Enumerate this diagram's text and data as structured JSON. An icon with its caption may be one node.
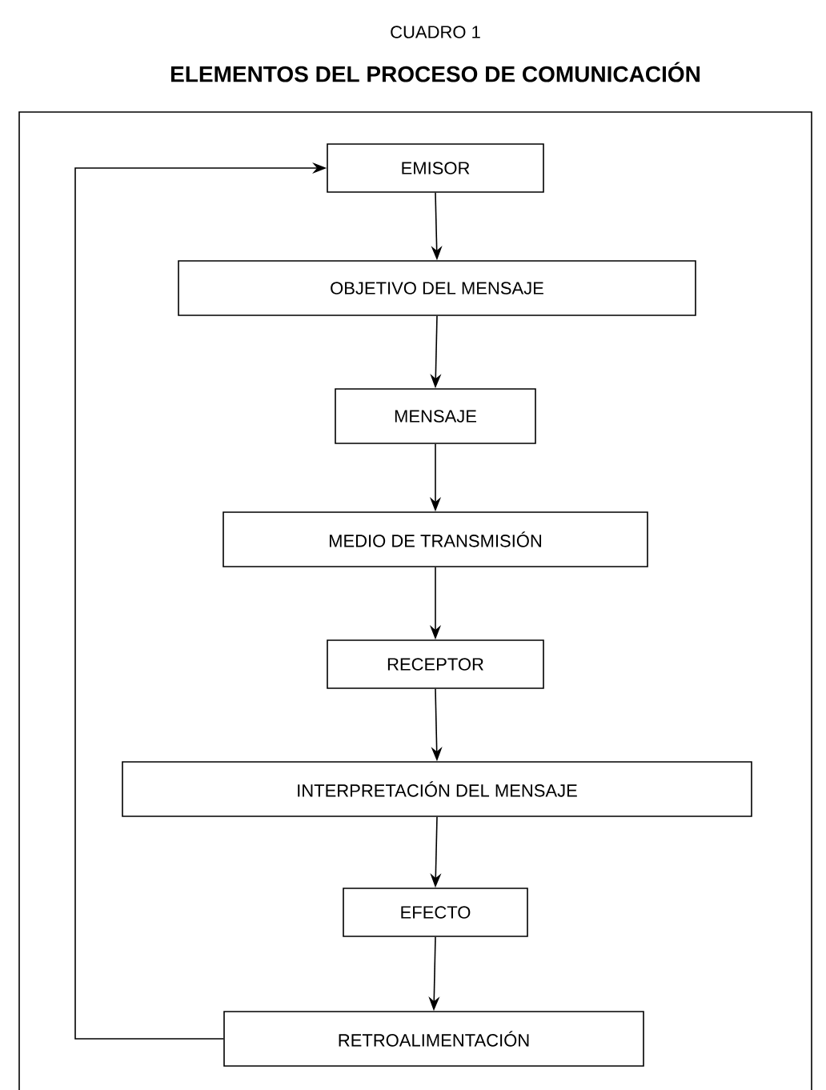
{
  "diagram": {
    "title": "ELEMENTOS DEL PROCESO DE COMUNICACIÓN",
    "labels": [
      "CUADRO 1"
    ],
    "nodes": [
      {
        "text": [
          "EMISOR"
        ]
      },
      {
        "text": [
          "OBJETIVO DEL MENSAJE"
        ]
      },
      {
        "text": [
          "MENSAJE"
        ]
      },
      {
        "text": [
          "MEDIO DE TRANSMISIÓN"
        ]
      },
      {
        "text": [
          "RECEPTOR"
        ]
      },
      {
        "text": [
          "INTERPRETACIÓN DEL MENSAJE"
        ]
      },
      {
        "text": [
          "EFECTO"
        ]
      },
      {
        "text": [
          "RETROALIMENTACIÓN"
        ]
      }
    ],
    "edges": [
      {
        "from": 0,
        "to": 1,
        "arrow": "to"
      },
      {
        "from": 1,
        "to": 2,
        "arrow": "to"
      },
      {
        "from": 2,
        "to": 3,
        "arrow": "to"
      },
      {
        "from": 3,
        "to": 4,
        "arrow": "to"
      },
      {
        "from": 4,
        "to": 5,
        "arrow": "to"
      },
      {
        "from": 5,
        "to": 6,
        "arrow": "to"
      },
      {
        "from": 6,
        "to": 7,
        "arrow": "to"
      },
      {
        "from": 7,
        "to": 0,
        "arrow": "to"
      }
    ]
  }
}
